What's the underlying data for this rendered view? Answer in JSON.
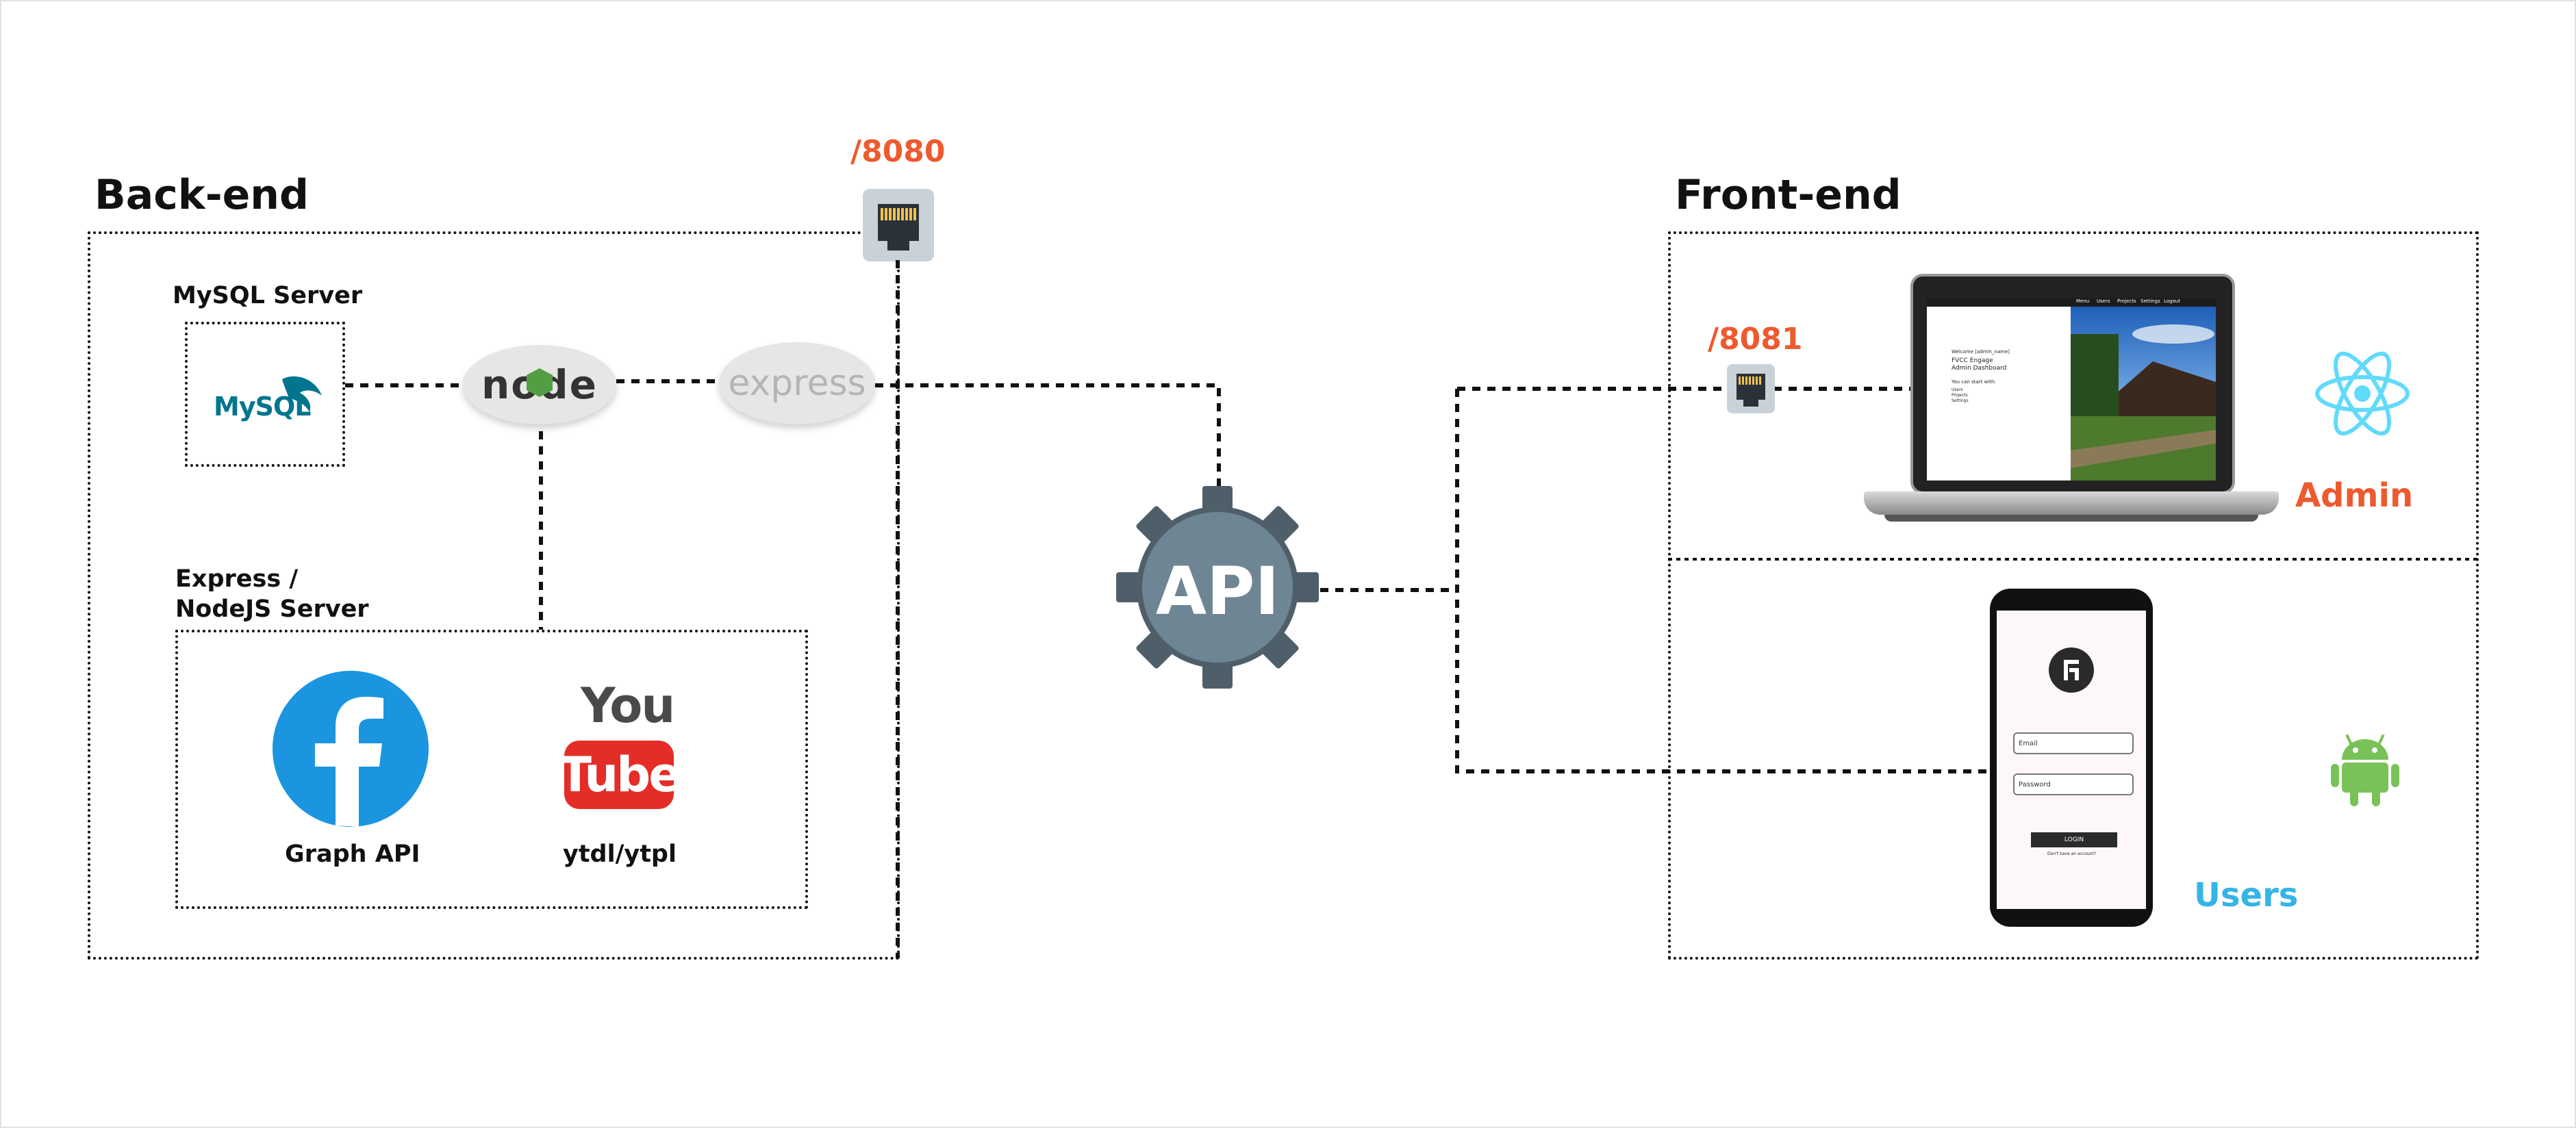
{
  "backend": {
    "title": "Back-end",
    "port": "/8080",
    "mysql": {
      "title": "MySQL Server",
      "logo_text": "MySQL"
    },
    "node_logo": "node",
    "express_logo": "express",
    "express_server": {
      "title_line1": "Express /",
      "title_line2": "NodeJS Server"
    },
    "facebook": {
      "label": "Graph API"
    },
    "youtube": {
      "label": "ytdl/ytpl",
      "logo_top": "You",
      "logo_bottom": "Tube"
    }
  },
  "api": {
    "label": "API"
  },
  "frontend": {
    "title": "Front-end",
    "port": "/8081",
    "admin": {
      "label": "Admin",
      "screen": {
        "nav": [
          "Menu",
          "Users",
          "Projects",
          "Settings",
          "Logout"
        ],
        "welcome": "Welcome [admin_name]",
        "heading": "FVCC Engage Admin Dashboard",
        "subtext": "You can start with:",
        "items": [
          "Users",
          "Projects",
          "Settings"
        ]
      }
    },
    "users": {
      "label": "Users",
      "screen": {
        "email_placeholder": "Email",
        "password_placeholder": "Password",
        "login_button": "LOGIN",
        "footer_link": "Don't have an account?"
      }
    }
  },
  "colors": {
    "port": "#ee5a2f",
    "admin": "#ee5a2f",
    "users": "#35b5e5",
    "api_gear": "#6e8593",
    "facebook": "#1b95e0",
    "youtube_red": "#e52d27",
    "react": "#61dafb",
    "android": "#78c257"
  },
  "icons": [
    "ethernet-port-icon",
    "mysql-logo",
    "nodejs-logo",
    "express-logo",
    "facebook-icon",
    "youtube-logo",
    "api-gear-icon",
    "react-icon",
    "android-icon",
    "laptop-icon",
    "smartphone-icon"
  ]
}
